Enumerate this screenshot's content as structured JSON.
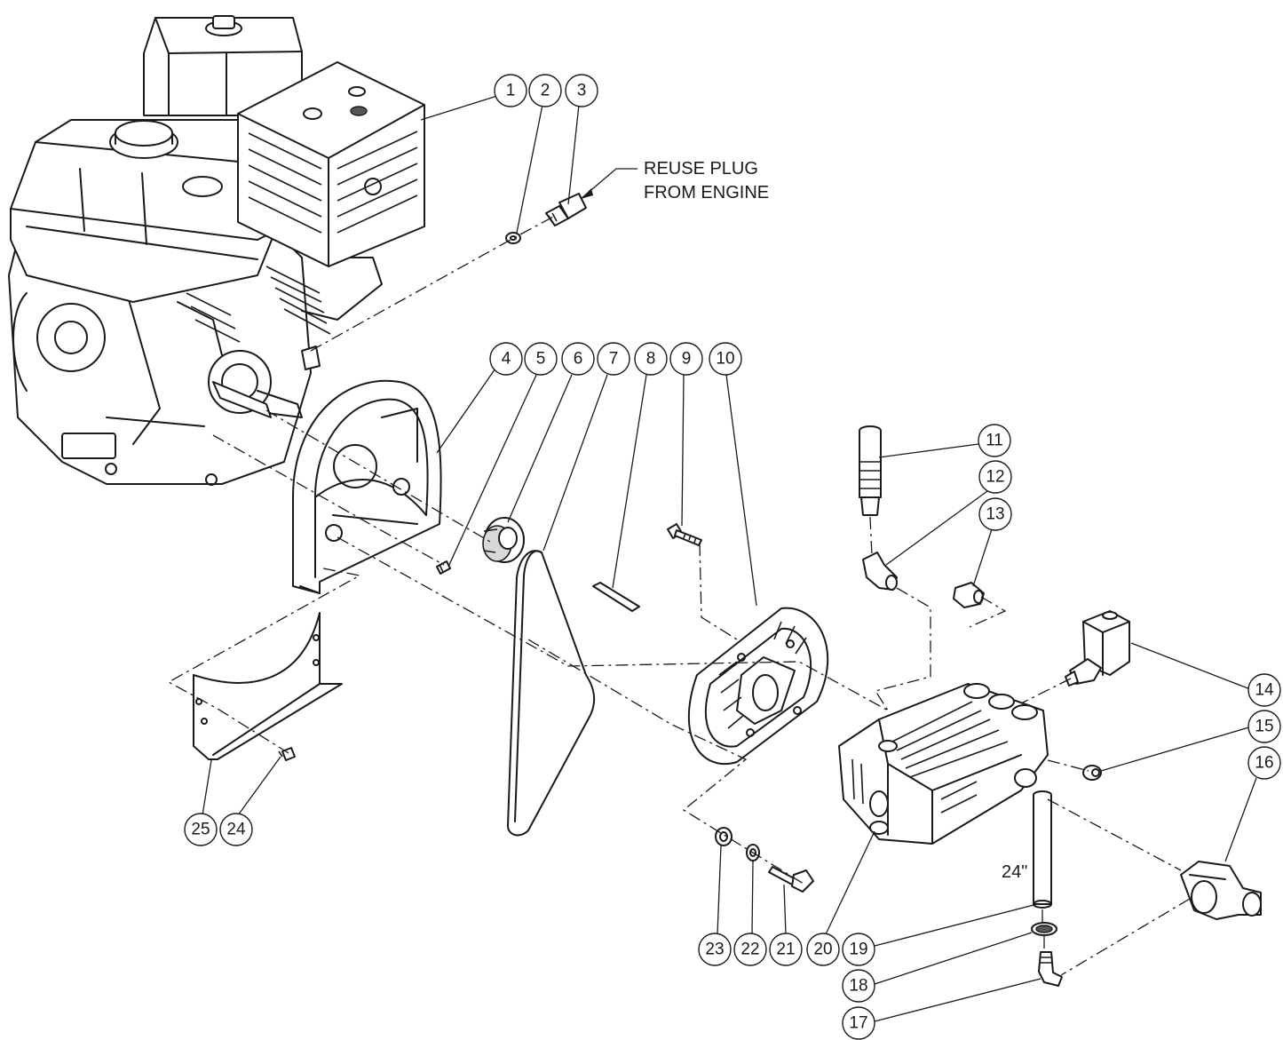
{
  "diagram": {
    "callouts": [
      "1",
      "2",
      "3",
      "4",
      "5",
      "6",
      "7",
      "8",
      "9",
      "10",
      "11",
      "12",
      "13",
      "14",
      "15",
      "16",
      "17",
      "18",
      "19",
      "20",
      "21",
      "22",
      "23",
      "24",
      "25"
    ],
    "note_line1": "REUSE PLUG",
    "note_line2": "FROM ENGINE",
    "hose_length": "24\""
  }
}
